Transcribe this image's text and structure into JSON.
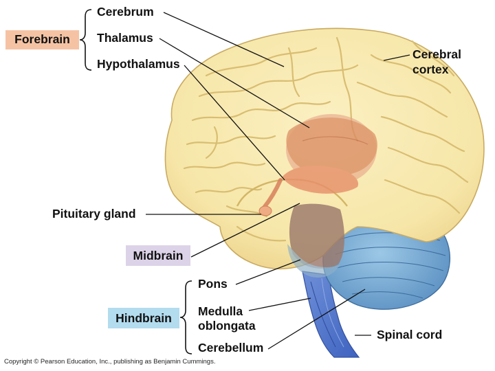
{
  "regions": {
    "forebrain": "Forebrain",
    "midbrain": "Midbrain",
    "hindbrain": "Hindbrain"
  },
  "labels": {
    "cerebrum": "Cerebrum",
    "thalamus": "Thalamus",
    "hypothalamus": "Hypothalamus",
    "cerebral_cortex_line1": "Cerebral",
    "cerebral_cortex_line2": "cortex",
    "pituitary_gland": "Pituitary gland",
    "pons": "Pons",
    "medulla_line1": "Medulla",
    "medulla_line2": "oblongata",
    "cerebellum": "Cerebellum",
    "spinal_cord": "Spinal cord"
  },
  "copyright": "Copyright © Pearson Education, Inc., publishing as Benjamin Cummings.",
  "colors": {
    "forebrain_box": "#f5c3a4",
    "midbrain_box": "#ddd3e8",
    "hindbrain_box": "#b3dcef",
    "cerebrum": "#f8eab0",
    "sulcus": "#e6cf86",
    "thalamus": "#d98a5e",
    "hypothalamus": "#e7906a",
    "midbrain": "#a7806f",
    "cerebellum": "#7fb3da",
    "brainstem": "#5a7ed0",
    "leader_line": "#111111"
  },
  "icons": [
    "brace-forebrain-icon",
    "brace-hindbrain-icon",
    "brain-illustration"
  ]
}
